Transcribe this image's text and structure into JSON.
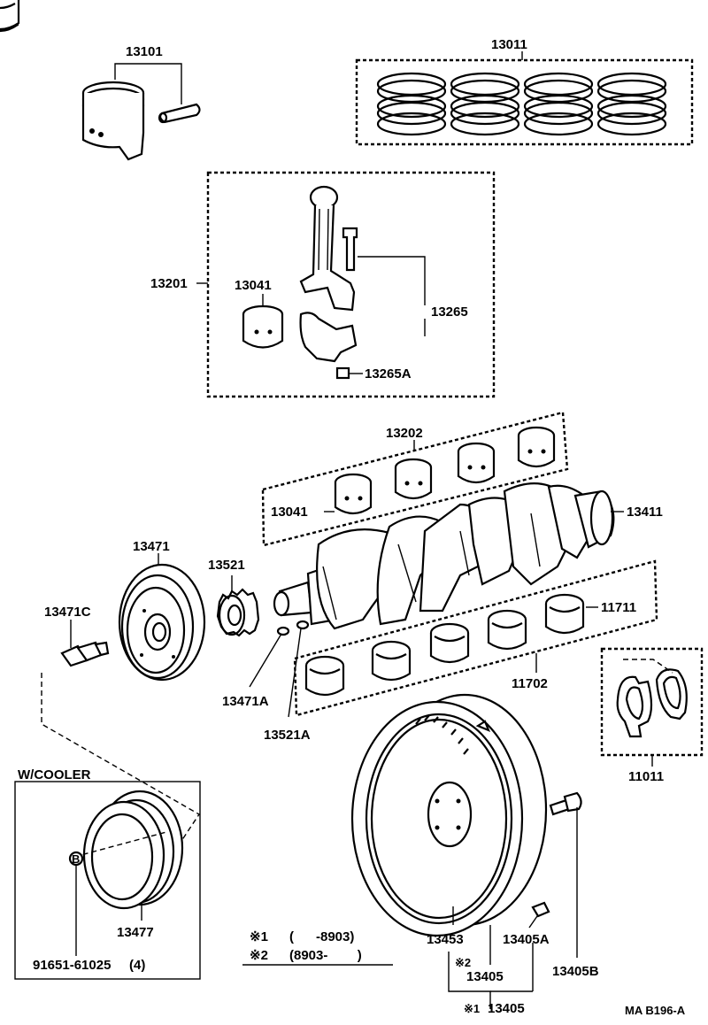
{
  "labels": {
    "piston": "13101",
    "ring_set": "13011",
    "rod_assy": "13201",
    "rod_bearing": "13041",
    "rod_bolt": "13265",
    "rod_nut": "13265A",
    "main_bearing_upper": "13202",
    "bearing_upper_13041": "13041",
    "crankshaft": "13411",
    "pulley": "13471",
    "timing_gear": "13521",
    "pulley_bolt": "13471C",
    "main_bearing_lower_11711": "11711",
    "main_bearing_lower_set": "11702",
    "key_13471a": "13471A",
    "key_13521a": "13521A",
    "thrust_washer": "11011",
    "w_cooler": "W/COOLER",
    "washer_b": "B",
    "cooler_pulley": "13477",
    "cooler_bolt": "91651-61025",
    "cooler_bolt_qty": "(4)",
    "flywheel": "13453",
    "flywheel_bolt_a": "13405A",
    "flywheel_bolt_b": "13405B",
    "flywheel_bolt_13405": "13405",
    "footer_13405": "13405",
    "note_mark2": "※2",
    "note_mark1": "※1",
    "diagram_code": "MA B196-A"
  },
  "legend": {
    "row1_mark": "※1",
    "row1_range": "(      -8903)",
    "row2_mark": "※2",
    "row2_range": "(8903-        )"
  }
}
